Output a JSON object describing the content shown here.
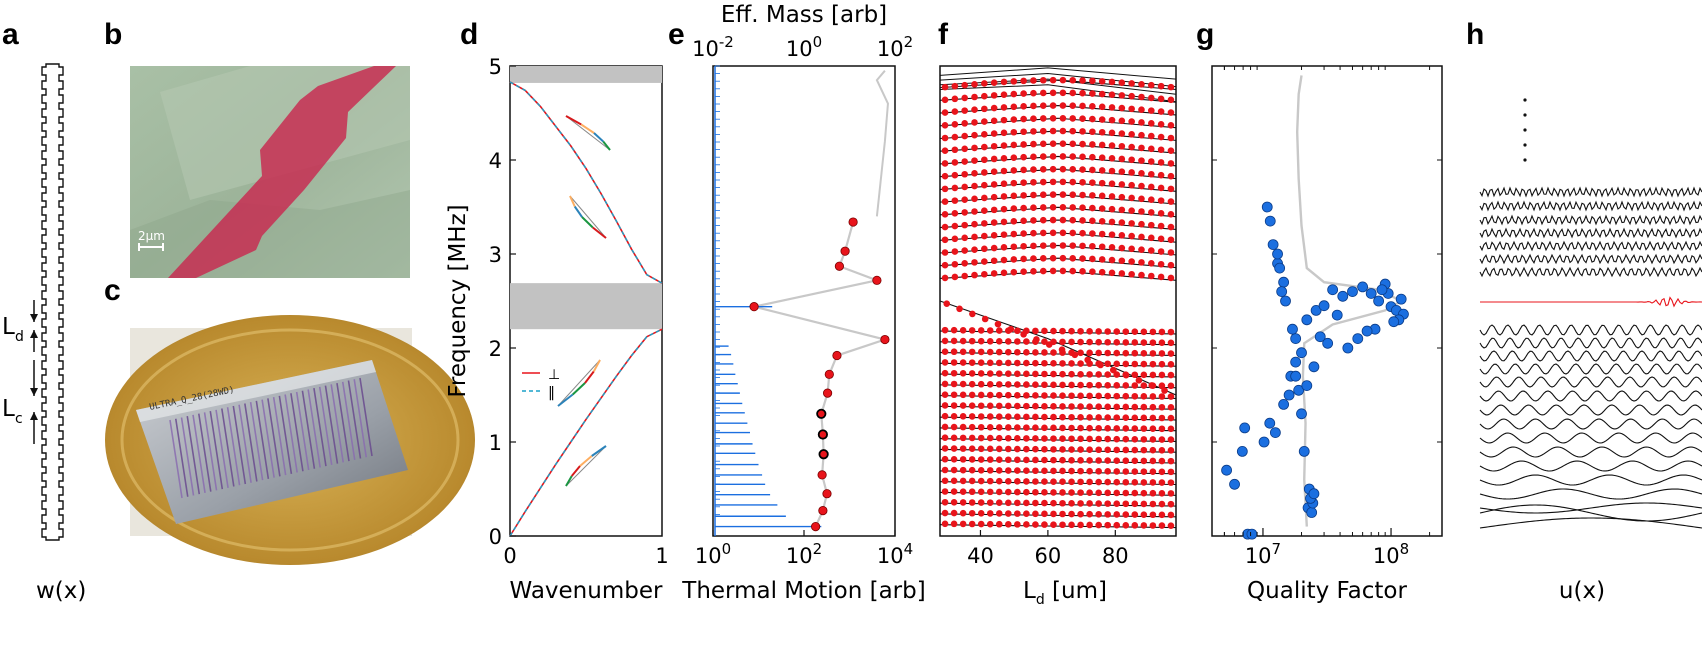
{
  "panels": {
    "a": {
      "label": "a",
      "xlabel": "w(x)",
      "ld_label": "L",
      "ld_sub": "d",
      "lc_label": "L",
      "lc_sub": "c"
    },
    "b": {
      "label": "b",
      "scale": "2µm"
    },
    "c": {
      "label": "c",
      "chip_text": "ULTRA_Q_28(28WD)"
    },
    "d": {
      "label": "d"
    },
    "e": {
      "label": "e"
    },
    "f": {
      "label": "f"
    },
    "g": {
      "label": "g"
    },
    "h": {
      "label": "h",
      "xlabel": "u(x)"
    }
  },
  "colors": {
    "red": "#e8141b",
    "blue": "#1b6fe0",
    "gray": "#c8c8c8",
    "band": "#c2c2c2",
    "pink": "#c8284f",
    "sem": "#9fb89a"
  },
  "chart_data": [
    {
      "type": "line",
      "panel": "d",
      "xlabel": "Wavenumber",
      "ylabel": "Frequency [MHz]",
      "xlim": [
        0,
        1
      ],
      "ylim": [
        0,
        5
      ],
      "xticks": [
        "0",
        "1"
      ],
      "yticks": [
        "0",
        "1",
        "2",
        "3",
        "4",
        "5"
      ],
      "legend": {
        "placement": "center",
        "entries": [
          {
            "name": "⊥",
            "style": "solid-red"
          },
          {
            "name": "‖",
            "style": "dashed-blue"
          }
        ]
      },
      "bandgaps": [
        [
          2.2,
          2.69
        ],
        [
          4.82,
          5.0
        ]
      ],
      "series": [
        {
          "name": "band1",
          "x": [
            0,
            0.1,
            0.2,
            0.3,
            0.4,
            0.5,
            0.6,
            0.7,
            0.8,
            0.9,
            1.0
          ],
          "y": [
            0,
            0.26,
            0.51,
            0.76,
            1.0,
            1.24,
            1.47,
            1.7,
            1.92,
            2.12,
            2.2
          ]
        },
        {
          "name": "band2",
          "x": [
            0,
            0.1,
            0.2,
            0.3,
            0.4,
            0.5,
            0.6,
            0.7,
            0.8,
            0.9,
            1.0
          ],
          "y": [
            4.83,
            4.74,
            4.57,
            4.36,
            4.15,
            3.91,
            3.64,
            3.35,
            3.05,
            2.78,
            2.69
          ]
        }
      ]
    },
    {
      "type": "bar",
      "panel": "e",
      "xlabel": "Thermal Motion [arb]",
      "x2label": "Eff. Mass [arb]",
      "xscale": "log",
      "xlim": [
        1,
        10000
      ],
      "x2lim": [
        0.01,
        100
      ],
      "xticks": [
        "10^0",
        "10^2",
        "10^4"
      ],
      "x2ticks": [
        "10^-2",
        "10^0",
        "10^2"
      ],
      "ylim": [
        0,
        5
      ],
      "bars": {
        "freq": [
          0.1,
          0.21,
          0.33,
          0.44,
          0.55,
          0.65,
          0.76,
          0.88,
          0.98,
          1.1,
          1.2,
          1.31,
          1.41,
          1.52,
          1.62,
          1.72,
          1.83,
          1.93,
          2.02,
          2.44
        ],
        "value": [
          240,
          40,
          26,
          18,
          14,
          12,
          10,
          8.5,
          7.4,
          6.5,
          5.7,
          5.0,
          4.4,
          3.9,
          3.5,
          3.1,
          2.8,
          2.5,
          2.2,
          20
        ]
      },
      "effmass_points": {
        "freq": [
          0.1,
          0.27,
          0.45,
          0.65,
          0.87,
          1.08,
          1.3,
          1.52,
          1.72,
          1.92,
          2.09,
          2.44,
          2.72,
          2.87,
          3.03,
          3.34
        ],
        "mass": [
          1.8,
          2.6,
          3.2,
          2.5,
          2.7,
          2.6,
          2.4,
          3.3,
          3.6,
          5.3,
          60,
          0.08,
          40,
          6.0,
          8.0,
          12
        ],
        "black_edge_index": [
          4,
          5,
          6
        ]
      }
    },
    {
      "type": "scatter",
      "panel": "f",
      "xlabel": "L",
      "xlabel_sub": "d",
      "xlabel_unit": " [um]",
      "xlim": [
        28,
        98
      ],
      "xticks": [
        "40",
        "60",
        "80"
      ],
      "ylim": [
        0,
        5
      ],
      "bandgap_low": [
        2.2,
        2.69
      ],
      "lower_band_rows": 19,
      "upper_band_rows": 16
    },
    {
      "type": "scatter",
      "panel": "g",
      "xlabel": "Quality Factor",
      "xscale": "log",
      "xlim": [
        4000000,
        250000000
      ],
      "xticks": [
        "10^7",
        "10^8"
      ],
      "ylim": [
        0,
        5
      ],
      "points": {
        "q": [
          7600000.0,
          8200000.0,
          5200000.0,
          6000000.0,
          6900000.0,
          7200000.0,
          10200000.0,
          11300000.0,
          12500000.0,
          14500000.0,
          16500000.0,
          18000000.0,
          19000000.0,
          21000000.0,
          22500000.0,
          24000000.0,
          24500000.0,
          23000000.0,
          23500000.0,
          25000000.0,
          18000000.0,
          17000000.0,
          20000000.0,
          22000000.0,
          26000000.0,
          30000000.0,
          35000000.0,
          42000000.0,
          50000000.0,
          60000000.0,
          70000000.0,
          80000000.0,
          90000000.0,
          100000000.0,
          110000000.0,
          120000000.0,
          125000000.0,
          115000000.0,
          105000000.0,
          95000000.0,
          85000000.0,
          75000000.0,
          65000000.0,
          55000000.0,
          46000000.0,
          38000000.0,
          32000000.0,
          28000000.0,
          25000000.0,
          22000000.0,
          20000000.0,
          18000000.0,
          16000000.0,
          14500000.0,
          13000000.0,
          12000000.0,
          11400000.0,
          10800000.0,
          13000000.0,
          13500000.0,
          14000000.0,
          15000000.0
        ],
        "freq": [
          0.02,
          0.02,
          0.7,
          0.55,
          0.9,
          1.15,
          1.0,
          1.2,
          1.1,
          1.4,
          1.7,
          1.85,
          1.55,
          0.9,
          0.3,
          0.25,
          0.35,
          0.5,
          0.4,
          0.45,
          2.1,
          2.2,
          1.95,
          2.3,
          2.4,
          2.45,
          2.62,
          2.55,
          2.6,
          2.65,
          2.58,
          2.5,
          2.68,
          2.44,
          2.4,
          2.52,
          2.36,
          2.3,
          2.28,
          2.58,
          2.62,
          2.2,
          2.18,
          2.1,
          2.0,
          2.35,
          2.05,
          2.12,
          1.8,
          1.6,
          1.3,
          1.7,
          1.5,
          2.7,
          2.9,
          3.1,
          3.35,
          3.5,
          3.0,
          2.85,
          2.6,
          2.5
        ]
      }
    }
  ]
}
